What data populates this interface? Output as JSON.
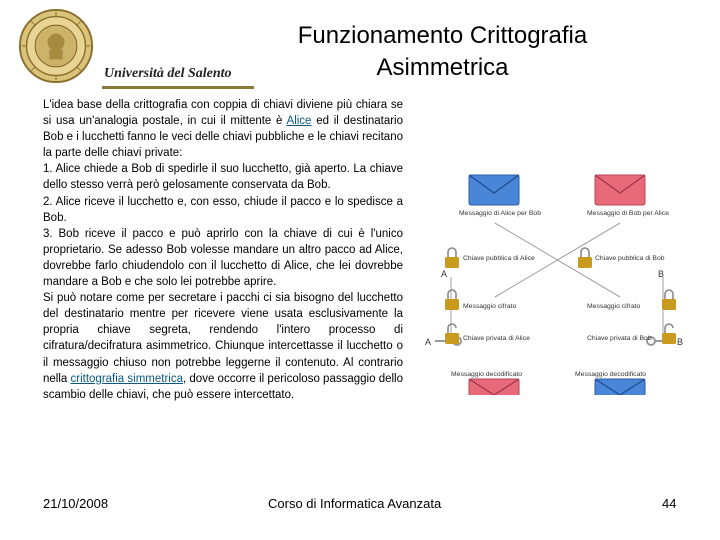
{
  "header": {
    "university": "Università del Salento",
    "title_line1": "Funzionamento Crittografia",
    "title_line2": "Asimmetrica"
  },
  "body": {
    "p1_a": "L'idea base della crittografia con coppia di chiavi diviene più chiara se si usa un'analogia postale, in cui il mittente è ",
    "p1_link": "Alice",
    "p1_b": " ed il destinatario Bob e i lucchetti fanno le veci delle chiavi pubbliche e le chiavi recitano la parte delle chiavi private:",
    "step1": "1. Alice chiede a Bob di spedirle il suo lucchetto, già aperto. La chiave dello stesso verrà però gelosamente conservata da Bob.",
    "step2": "2. Alice riceve il lucchetto e, con esso, chiude il pacco e lo spedisce a Bob.",
    "step3": "3. Bob riceve il pacco e può aprirlo con la chiave di cui è l'unico proprietario. Se adesso Bob volesse mandare un altro pacco ad Alice, dovrebbe farlo chiudendolo con il lucchetto di Alice, che lei dovrebbe mandare a Bob e che solo lei potrebbe aprire.",
    "p5_a": "Si può notare come per secretare i pacchi ci sia bisogno del lucchetto del destinatario mentre per ricevere viene usata esclusivamente la propria chiave segreta, rendendo l'intero processo di cifratura/decifratura asimmetrico. Chiunque intercettasse il lucchetto o il messaggio chiuso non potrebbe leggerne il contenuto. Al contrario nella ",
    "p5_link": "crittografia simmetrica",
    "p5_b": ", dove occorre il pericoloso passaggio dello scambio delle chiavi, che può essere intercettato."
  },
  "diagram": {
    "colors": {
      "blue": "#4a86d8",
      "red": "#e86a78",
      "lock": "#c89a1e",
      "line": "#666666"
    },
    "labels": {
      "msg_alice": "Messaggio di Alice per Bob",
      "msg_bob": "Messaggio di Bob per Alice",
      "pub_alice": "Chiave pubblica di Alice",
      "pub_bob": "Chiave pubblica di Bob",
      "enc_left": "Messaggio cifrato",
      "enc_right": "Messaggio cifrato",
      "priv_alice": "Chiave privata di Alice",
      "priv_bob": "Chiave privata di Bob",
      "dec_left": "Messaggio decodificato",
      "dec_right": "Messaggio decodificato",
      "letter_a": "A",
      "letter_b": "B"
    }
  },
  "footer": {
    "date": "21/10/2008",
    "course": "Corso di Informatica Avanzata",
    "page": "44"
  }
}
